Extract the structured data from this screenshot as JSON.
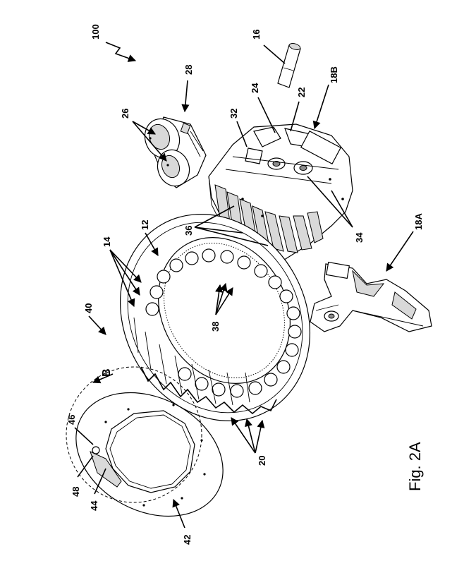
{
  "figure": {
    "caption": "Fig. 2A",
    "labels": {
      "l100": "100",
      "l16": "16",
      "l28": "28",
      "l18B": "18B",
      "l24": "24",
      "l22": "22",
      "l32": "32",
      "l26": "26",
      "l12": "12",
      "l14": "14",
      "l36": "36",
      "l34": "34",
      "l18A": "18A",
      "l40": "40",
      "l38": "38",
      "lB": "B",
      "l46": "46",
      "l20": "20",
      "l48": "48",
      "l44": "44",
      "l42": "42"
    }
  }
}
